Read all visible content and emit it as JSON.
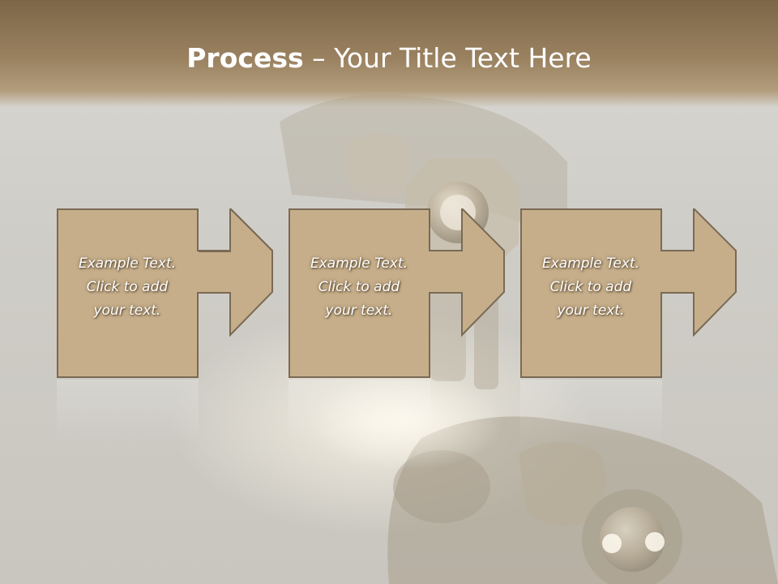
{
  "slide": {
    "title_bold": "Process",
    "title_rest": " – Your Title Text Here"
  },
  "steps": [
    {
      "line1": "Example Text.",
      "line2": "Click  to add",
      "line3": "your text."
    },
    {
      "line1": "Example Text.",
      "line2": "Click  to add",
      "line3": "your text."
    },
    {
      "line1": "Example Text.",
      "line2": "Click  to add",
      "line3": "your text."
    }
  ],
  "colors": {
    "title_bar": "#8c7453",
    "box_fill": "#c8b08c",
    "box_border": "#7a6a55",
    "text": "#ffffff"
  }
}
